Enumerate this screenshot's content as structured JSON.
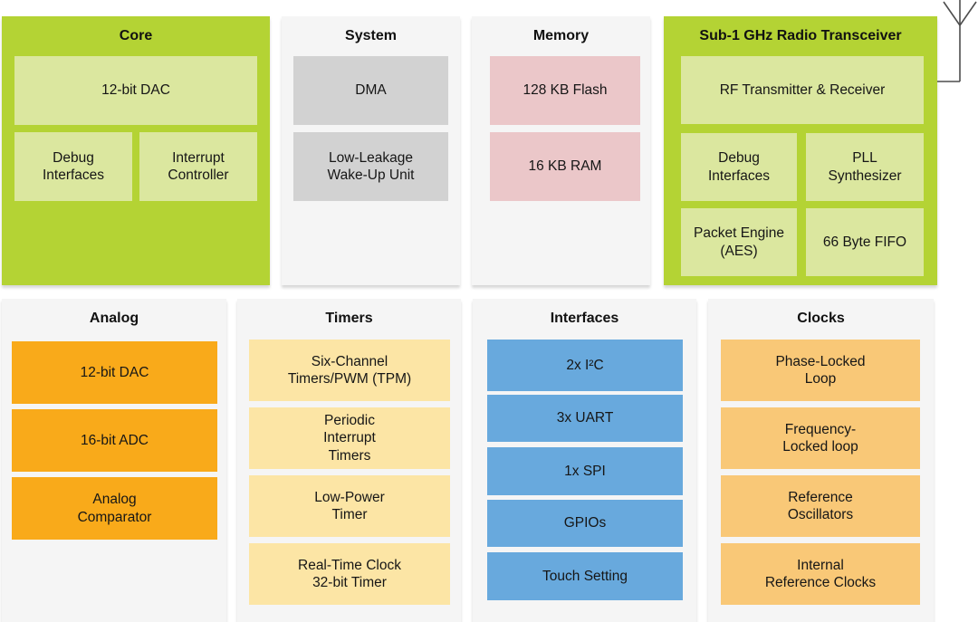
{
  "diagram": {
    "colors": {
      "panel_green": "#b4d334",
      "panel_light": "#f5f5f5",
      "cell_green": "#dbe79f",
      "cell_gray": "#d2d2d2",
      "cell_pink": "#ebc7c9",
      "cell_orange": "#f9aa1a",
      "cell_yellow": "#fce5a5",
      "cell_blue": "#68a9dd",
      "cell_amber": "#f9c877",
      "antenna": "#4d4d4d"
    },
    "antenna_icon": "antenna",
    "panels": [
      {
        "id": "core",
        "title": "Core",
        "cells": [
          {
            "label": "12-bit DAC"
          },
          {
            "label": "Debug\nInterfaces"
          },
          {
            "label": "Interrupt\nController"
          }
        ]
      },
      {
        "id": "system",
        "title": "System",
        "cells": [
          {
            "label": "DMA"
          },
          {
            "label": "Low-Leakage\nWake-Up Unit"
          }
        ]
      },
      {
        "id": "memory",
        "title": "Memory",
        "cells": [
          {
            "label": "128 KB Flash"
          },
          {
            "label": "16 KB RAM"
          }
        ]
      },
      {
        "id": "radio",
        "title": "Sub-1 GHz Radio Transceiver",
        "cells": [
          {
            "label": "RF Transmitter & Receiver"
          },
          {
            "label": "Debug\nInterfaces"
          },
          {
            "label": "PLL\nSynthesizer"
          },
          {
            "label": "Packet Engine\n(AES)"
          },
          {
            "label": "66 Byte FIFO"
          }
        ]
      },
      {
        "id": "analog",
        "title": "Analog",
        "cells": [
          {
            "label": "12-bit DAC"
          },
          {
            "label": "16-bit ADC"
          },
          {
            "label": "Analog\nComparator"
          }
        ]
      },
      {
        "id": "timers",
        "title": "Timers",
        "cells": [
          {
            "label": "Six-Channel\nTimers/PWM (TPM)"
          },
          {
            "label": "Periodic\nInterrupt\nTimers"
          },
          {
            "label": "Low-Power\nTimer"
          },
          {
            "label": "Real-Time Clock\n32-bit Timer"
          }
        ]
      },
      {
        "id": "interfaces",
        "title": "Interfaces",
        "cells": [
          {
            "label": "2x I²C"
          },
          {
            "label": "3x UART"
          },
          {
            "label": "1x SPI"
          },
          {
            "label": "GPIOs"
          },
          {
            "label": "Touch Setting"
          }
        ]
      },
      {
        "id": "clocks",
        "title": "Clocks",
        "cells": [
          {
            "label": "Phase-Locked\nLoop"
          },
          {
            "label": "Frequency-\nLocked loop"
          },
          {
            "label": "Reference\nOscillators"
          },
          {
            "label": "Internal\nReference Clocks"
          }
        ]
      }
    ]
  }
}
